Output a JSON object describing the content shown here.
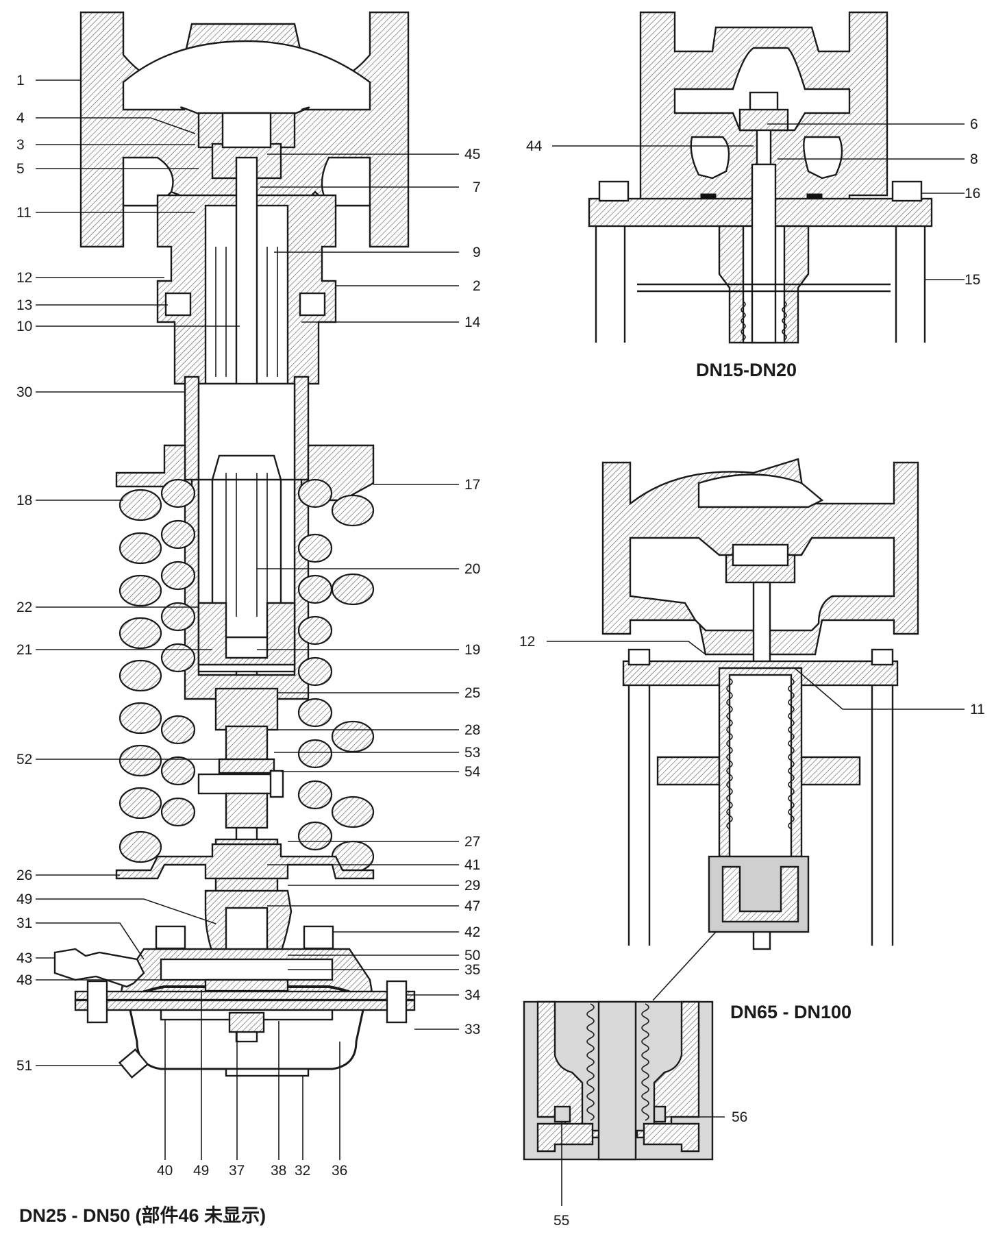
{
  "main_view": {
    "caption": "DN25 - DN50 (部件46 未显示)",
    "left_labels": [
      "1",
      "4",
      "3",
      "5",
      "11",
      "12",
      "13",
      "10",
      "30",
      "18",
      "22",
      "21",
      "52",
      "26",
      "49",
      "31",
      "43",
      "48",
      "51"
    ],
    "right_labels": [
      "45",
      "7",
      "9",
      "2",
      "14",
      "17",
      "20",
      "19",
      "25",
      "28",
      "53",
      "54",
      "27",
      "41",
      "29",
      "47",
      "42",
      "50",
      "35",
      "34",
      "33"
    ],
    "bottom_labels": [
      "40",
      "49",
      "37",
      "38",
      "32",
      "36"
    ]
  },
  "detail_dn15": {
    "caption": "DN15-DN20",
    "labels": [
      "44",
      "6",
      "8",
      "16",
      "15"
    ]
  },
  "detail_dn65": {
    "caption": "DN65 - DN100",
    "labels": [
      "12",
      "11"
    ]
  },
  "detail_zoom": {
    "labels": [
      "56",
      "55"
    ]
  }
}
